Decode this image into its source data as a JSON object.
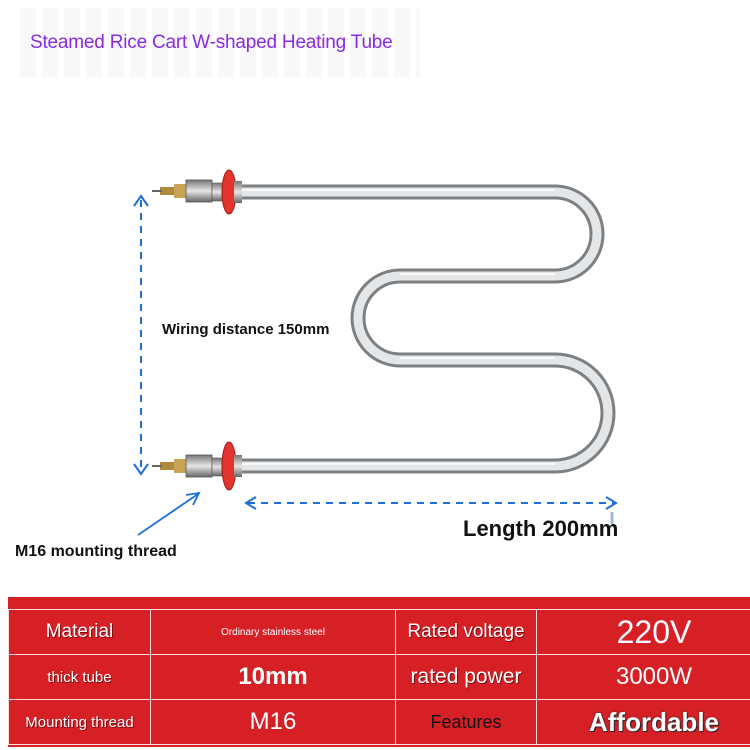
{
  "title": "Steamed Rice Cart W-shaped Heating Tube",
  "annotations": {
    "wiring_distance": "Wiring distance 150mm",
    "length": "Length 200mm",
    "mounting_thread": "M16 mounting thread"
  },
  "colors": {
    "title": "#8a2be2",
    "table_bg": "#d71f26",
    "dimension_line": "#1e6fd9",
    "tube_steel": "#c8cacd",
    "gasket": "#e3342f"
  },
  "specs": [
    {
      "label": "Material",
      "value": "Ordinary stainless steel",
      "label2": "Rated voltage",
      "value2": "220V"
    },
    {
      "label": "thick tube",
      "value": "10mm",
      "label2": "rated power",
      "value2": "3000W"
    },
    {
      "label": "Mounting thread",
      "value": "M16",
      "label2": "Features",
      "value2": "Affordable"
    }
  ]
}
